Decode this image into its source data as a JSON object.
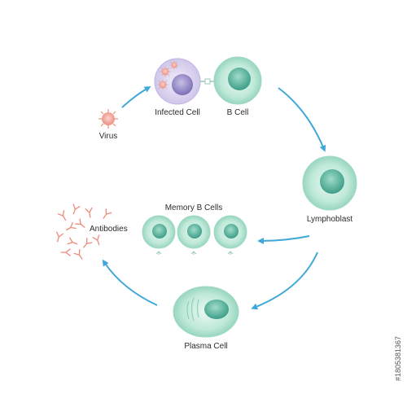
{
  "labels": {
    "virus": "Virus",
    "infected_cell": "Infected Cell",
    "b_cell": "B Cell",
    "lymphoblast": "Lymphoblast",
    "memory_b_cells": "Memory B Cells",
    "antibodies": "Antibodies",
    "plasma_cell": "Plasma Cell"
  },
  "stock_id": "#180538​1367",
  "colors": {
    "cell_fill": "#b6e6d3",
    "cell_nucleus": "#4eab96",
    "infected_cell": "#d9d3ef",
    "infected_nucleus": "#8a7fc0",
    "virus": "#ee9b8c",
    "antibody": "#ee8a7a",
    "arrow": "#3fa8d9"
  },
  "icons": [
    "virus-icon",
    "infected-cell-icon",
    "b-cell-icon",
    "lymphoblast-icon",
    "memory-b-cell-icon",
    "plasma-cell-icon",
    "antibody-icon",
    "arrow-icon"
  ]
}
